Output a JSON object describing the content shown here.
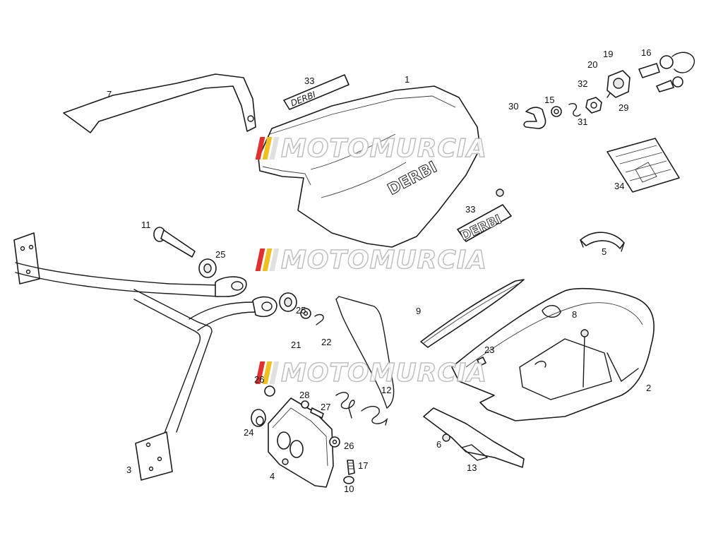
{
  "callouts": {
    "c1": "1",
    "c2": "2",
    "c3": "3",
    "c4": "4",
    "c5": "5",
    "c6": "6",
    "c7": "7",
    "c8": "8",
    "c9": "9",
    "c10": "10",
    "c11": "11",
    "c12": "12",
    "c13": "13",
    "c15": "15",
    "c16": "16",
    "c17": "17",
    "c19": "19",
    "c20": "20",
    "c21": "21",
    "c22": "22",
    "c23": "23",
    "c24": "24",
    "c25a": "25",
    "c25b": "25",
    "c26a": "26",
    "c26b": "26",
    "c27": "27",
    "c28": "28",
    "c29": "29",
    "c30": "30",
    "c31": "31",
    "c32": "32",
    "c33a": "33",
    "c33b": "33",
    "c34": "34"
  },
  "logos": {
    "derbi": "DERBI"
  },
  "watermark": {
    "text": "MOTOMURCIA",
    "colors": [
      "#e03030",
      "#f0c020",
      "#e0e0e0"
    ]
  }
}
